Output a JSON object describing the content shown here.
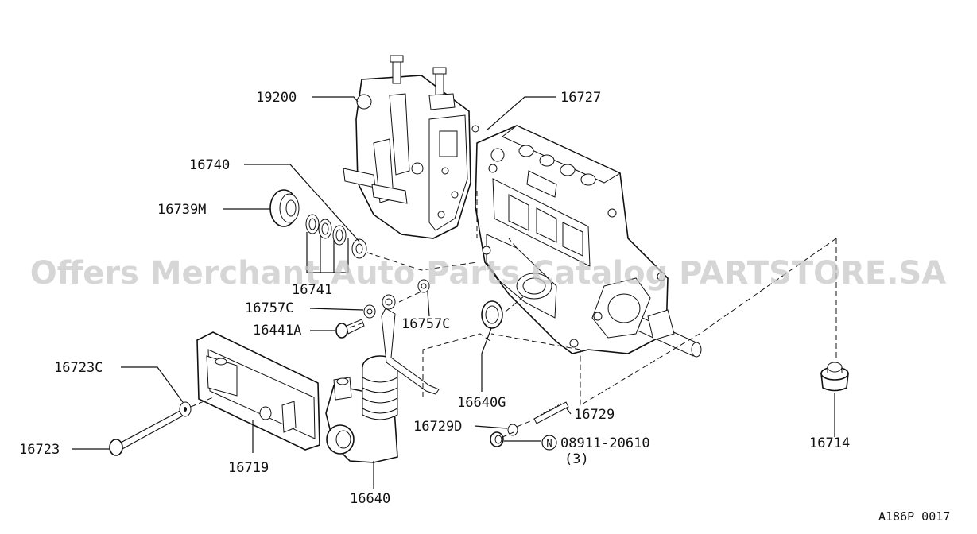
{
  "watermark": "Offers Merchant Auto Parts Catalog PARTSTORE.SA",
  "figure_code": "A186P 0017",
  "parts": [
    {
      "id": "p19200",
      "number": "19200"
    },
    {
      "id": "p16727",
      "number": "16727"
    },
    {
      "id": "p16740",
      "number": "16740"
    },
    {
      "id": "p16739M",
      "number": "16739M"
    },
    {
      "id": "p16741",
      "number": "16741"
    },
    {
      "id": "p16757C_left",
      "number": "16757C"
    },
    {
      "id": "p16757C_right",
      "number": "16757C"
    },
    {
      "id": "p16441A",
      "number": "16441A"
    },
    {
      "id": "p16723C",
      "number": "16723C"
    },
    {
      "id": "p16640G",
      "number": "16640G"
    },
    {
      "id": "p16729",
      "number": "16729"
    },
    {
      "id": "p16729D",
      "number": "16729D"
    },
    {
      "id": "p08911",
      "number": "08911-20610"
    },
    {
      "id": "p08911_qty",
      "number": "(3)"
    },
    {
      "id": "p16723",
      "number": "16723"
    },
    {
      "id": "p16719",
      "number": "16719"
    },
    {
      "id": "p16714",
      "number": "16714"
    },
    {
      "id": "p16640",
      "number": "16640"
    }
  ],
  "nut_symbol": "N"
}
